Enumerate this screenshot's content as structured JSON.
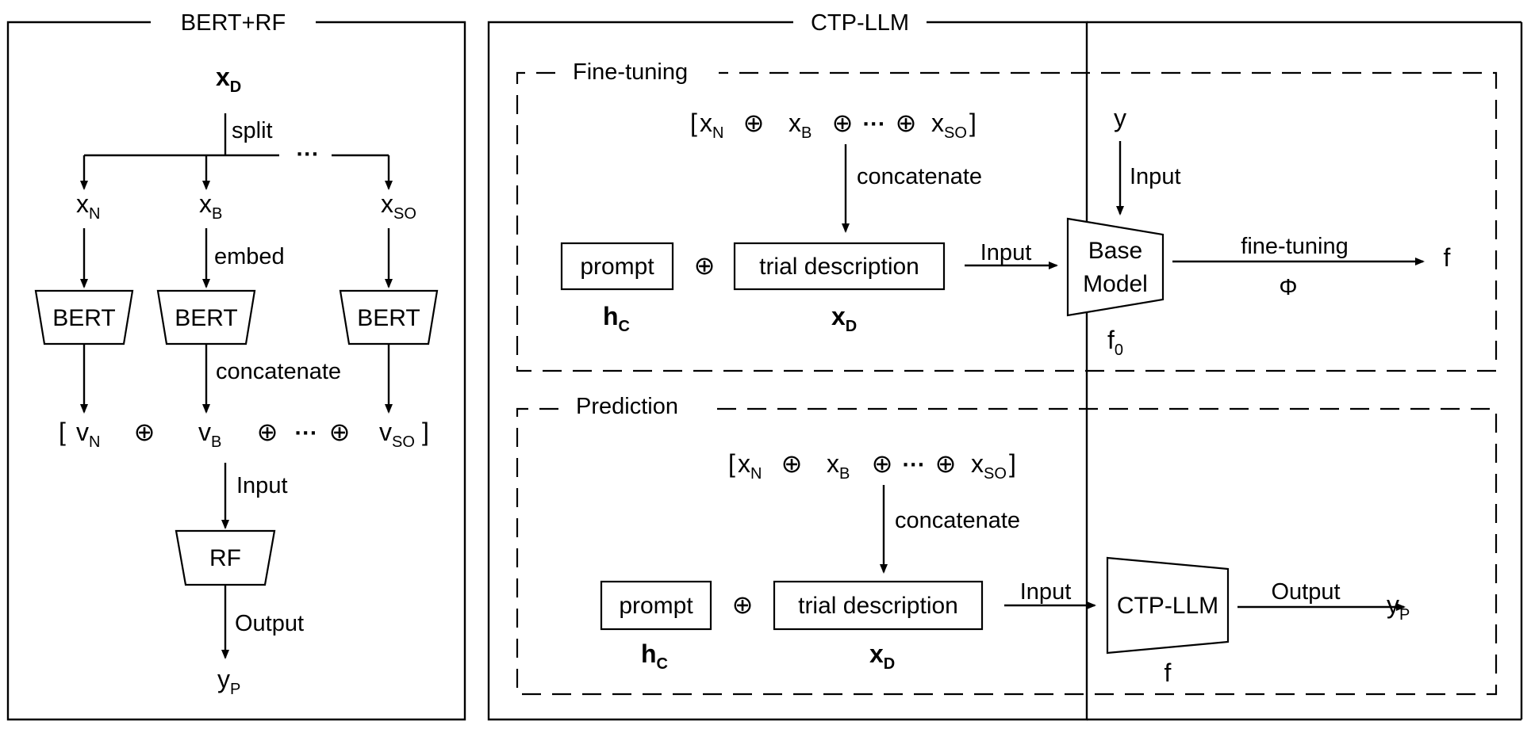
{
  "left_panel": {
    "title": "BERT+RF",
    "input": {
      "base": "x",
      "sub": "D"
    },
    "split_label": "split",
    "dots": "···",
    "branches": [
      {
        "base": "x",
        "sub": "N"
      },
      {
        "base": "x",
        "sub": "B"
      },
      {
        "base": "x",
        "sub": "SO"
      }
    ],
    "embed_label": "embed",
    "encoder_label": "BERT",
    "concat_label": "concatenate",
    "vectors": [
      {
        "base": "v",
        "sub": "N"
      },
      {
        "base": "v",
        "sub": "B"
      },
      {
        "base": "v",
        "sub": "SO"
      }
    ],
    "bracket_open": "[",
    "bracket_close": "]",
    "oplus": "⊕",
    "input_label": "Input",
    "classifier_label": "RF",
    "output_label": "Output",
    "output": {
      "base": "y",
      "sub": "P"
    }
  },
  "right_panel": {
    "title": "CTP-LLM",
    "finetune": {
      "title": "Fine-tuning",
      "seq": {
        "open": "[",
        "close": "]",
        "items": [
          {
            "base": "x",
            "sub": "N"
          },
          {
            "base": "x",
            "sub": "B"
          },
          {
            "base": "x",
            "sub": "SO"
          }
        ],
        "oplus": "⊕",
        "dots": "···"
      },
      "concat_label": "concatenate",
      "prompt_label": "prompt",
      "prompt_var": {
        "base": "h",
        "sub": "C"
      },
      "desc_label": "trial description",
      "desc_var": {
        "base": "x",
        "sub": "D"
      },
      "input_label": "Input",
      "model_line1": "Base",
      "model_line2": "Model",
      "model_var": {
        "base": "f",
        "sub": "0"
      },
      "y_label": "y",
      "y_input_label": "Input",
      "ft_label": "fine-tuning",
      "phi_label": "Φ",
      "out_label": "f"
    },
    "predict": {
      "title": "Prediction",
      "seq": {
        "open": "[",
        "close": "]",
        "items": [
          {
            "base": "x",
            "sub": "N"
          },
          {
            "base": "x",
            "sub": "B"
          },
          {
            "base": "x",
            "sub": "SO"
          }
        ],
        "oplus": "⊕",
        "dots": "···"
      },
      "concat_label": "concatenate",
      "prompt_label": "prompt",
      "prompt_var": {
        "base": "h",
        "sub": "C"
      },
      "desc_label": "trial description",
      "desc_var": {
        "base": "x",
        "sub": "D"
      },
      "input_label": "Input",
      "model_label": "CTP-LLM",
      "model_var": "f",
      "output_label": "Output",
      "output": {
        "base": "y",
        "sub": "P"
      }
    }
  }
}
